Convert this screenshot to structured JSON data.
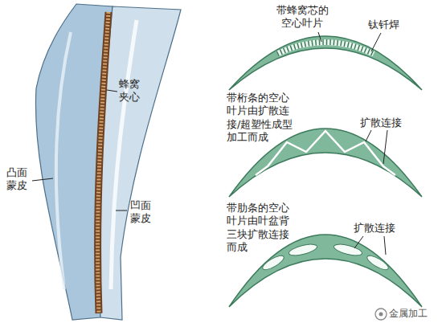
{
  "diagram": {
    "labels": [
      "蜂窝 夹心",
      "凸面 蒙皮",
      "凹面 蒙皮",
      "带蜂窝芯的 空心叶片",
      "钛钎焊",
      "带桁条的空心 叶片由扩散连 接/超塑性成型 加工而成",
      "扩散连接",
      "带肋条的空心 叶片由叶盆背 三块扩散连接 而成",
      "扩散连接",
      "金属加工"
    ]
  }
}
